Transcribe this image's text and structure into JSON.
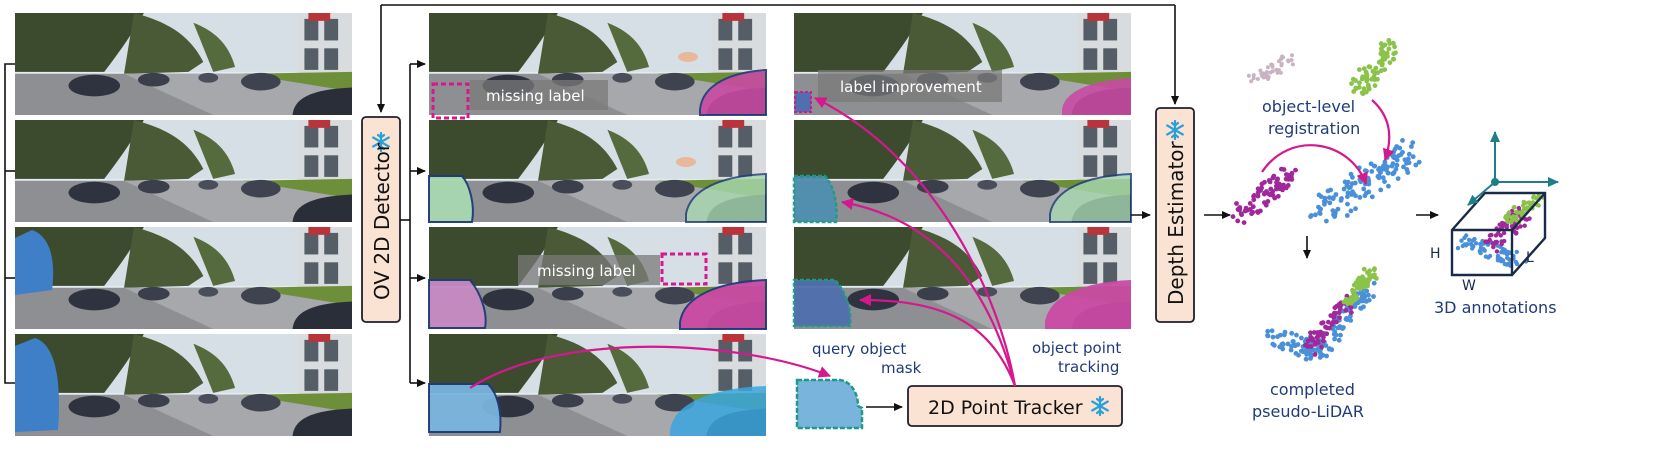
{
  "title": "",
  "colors": {
    "box_fill": "#fbe3d3",
    "box_stroke": "#1f1f2e",
    "arrow": "#d6188f",
    "text_dark_blue": "#1f3b7a",
    "snowflake": "#2a9fd8",
    "missing_label": "#d6188f",
    "mask_green": "#a8d8b0",
    "mask_purple": "#c58ac2",
    "mask_blue": "#79b4dd",
    "mask_dark_blue": "#4f6fae",
    "mask_magenta": "#c94aa3",
    "points_blue": "#4a90d9",
    "points_purple": "#a0289a",
    "points_green": "#8bc34a",
    "points_gray": "#c9b3c2"
  },
  "nodes": {
    "detector": {
      "label": "OV 2D Detector",
      "icon": "snowflake-icon"
    },
    "depth": {
      "label": "Depth Estimator",
      "icon": "snowflake-icon"
    },
    "tracker": {
      "label": "2D Point Tracker",
      "icon": "snowflake-icon"
    }
  },
  "annotations": {
    "missing_label_1": "missing label",
    "missing_label_2": "missing label",
    "label_improvement": "label improvement",
    "query_mask_line1": "query object",
    "query_mask_line2": "mask",
    "point_tracking_line1": "object point",
    "point_tracking_line2": "tracking",
    "registration_line1": "object-level",
    "registration_line2": "registration",
    "completed_line1": "completed",
    "completed_line2": "pseudo-LiDAR",
    "annotations_3d": "3D annotations",
    "dim_h": "H",
    "dim_w": "W",
    "dim_l": "L"
  }
}
